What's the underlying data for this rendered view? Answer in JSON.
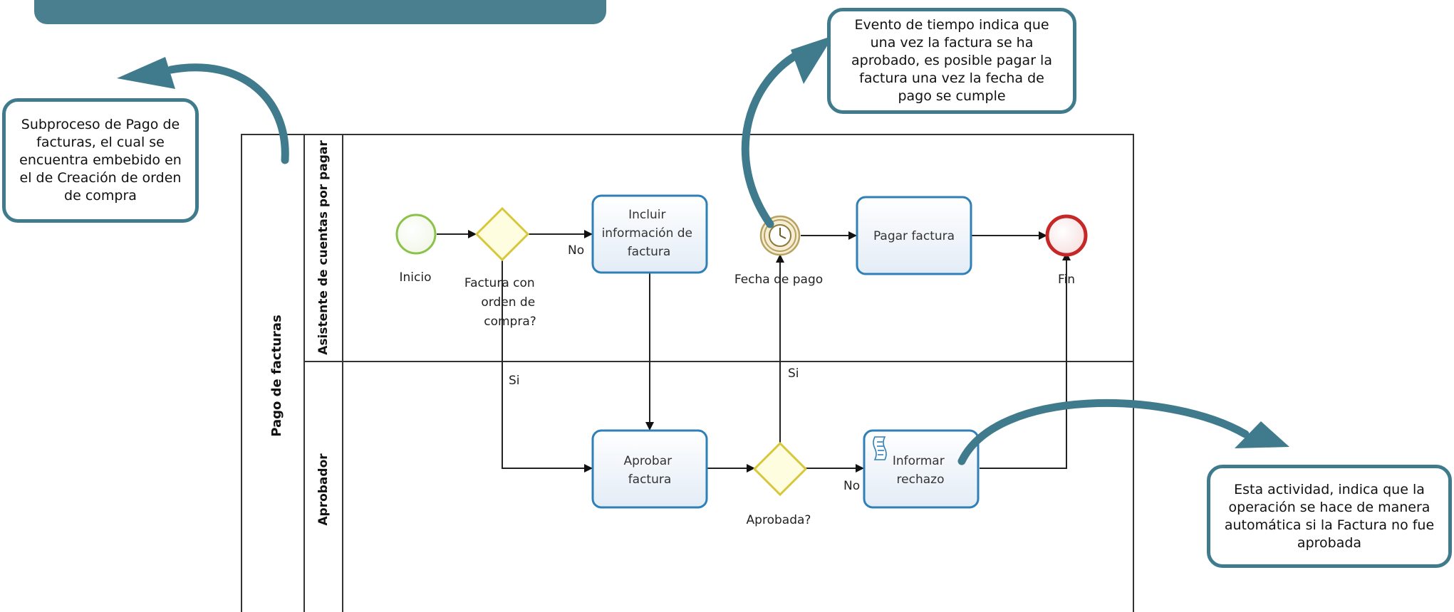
{
  "pool": {
    "label": "Pago de facturas"
  },
  "lanes": [
    {
      "label": "Asistente de cuentas por pagar"
    },
    {
      "label": "Aprobador"
    }
  ],
  "events": {
    "start": "Inicio",
    "timer": "Fecha de pago",
    "end": "Fin"
  },
  "gateways": {
    "factura_con_orden": [
      "Factura con",
      "orden de",
      "compra?"
    ],
    "aprobada": "Aprobada?"
  },
  "tasks": {
    "incluir_informacion": [
      "Incluir",
      "información de",
      "factura"
    ],
    "pagar_factura": "Pagar factura",
    "aprobar_factura": [
      "Aprobar",
      "factura"
    ],
    "informar_rechazo": [
      "Informar",
      "rechazo"
    ]
  },
  "flow_labels": {
    "no_incluir": "No",
    "si_aprobar": "Si",
    "si_pagar": "Si",
    "no_rechazo": "No"
  },
  "callouts": {
    "subproceso": "Subproceso de Pago de facturas, el cual se encuentra embebido en el de Creación de orden de compra",
    "evento_tiempo": "Evento de tiempo indica que una vez la factura se ha aprobado, es posible pagar la factura una vez la fecha de pago se cumple",
    "actividad_automatica": "Esta actividad, indica que la operación se hace de manera automática si la Factura no fue aprobada"
  },
  "icons": {
    "timer": "clock-icon",
    "script": "script-task-icon"
  },
  "colors": {
    "callout_border": "#3f7b8c",
    "task_border": "#2f7fb8",
    "start_event": "#8bc34a",
    "end_event": "#c62828",
    "gateway": "#e3d24a"
  }
}
